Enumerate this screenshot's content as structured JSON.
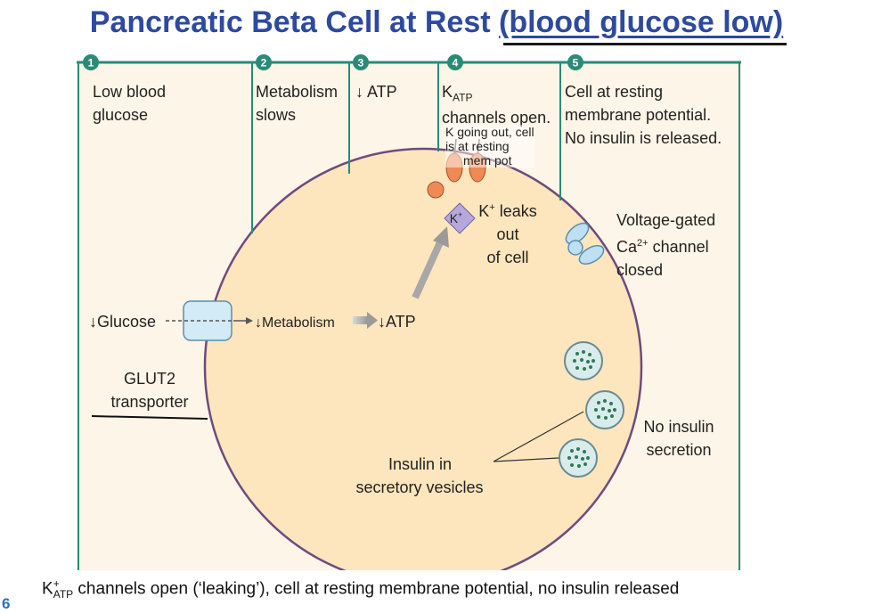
{
  "title": {
    "main": "Pancreatic Beta Cell at Rest ",
    "underlined": "(blood glucose low)"
  },
  "steps": [
    {
      "num": "1",
      "text1": "Low blood",
      "text2": "glucose"
    },
    {
      "num": "2",
      "text1": "Metabolism",
      "text2": "slows"
    },
    {
      "num": "3",
      "text1": "↓ ATP"
    },
    {
      "num": "4",
      "k_main": "K",
      "k_sub": "ATP",
      "text2": "channels open."
    },
    {
      "num": "5",
      "text1": "Cell at resting",
      "text2": "membrane potential.",
      "text3": "No insulin is released."
    }
  ],
  "annotation": {
    "line1": "K going out, cell",
    "line2": "is at resting",
    "line3": "mem pot"
  },
  "cell": {
    "k_ion_main": "K",
    "k_ion_sup": "+",
    "k_leak_main": "K",
    "k_leak_sup": "+",
    "k_leak_rest": " leaks",
    "k_leak_2": "out",
    "k_leak_3": "of cell",
    "ca_1": "Voltage-gated",
    "ca_2_main": "Ca",
    "ca_2_sup": "2+",
    "ca_2_rest": " channel",
    "ca_3": "closed",
    "glucose": "↓Glucose",
    "metabolism": "↓Metabolism",
    "atp": "↓ATP",
    "glut_1": "GLUT2",
    "glut_2": "transporter",
    "insulin_1": "Insulin in",
    "insulin_2": "secretory vesicles",
    "no_insulin_1": "No insulin",
    "no_insulin_2": "secretion"
  },
  "footer": {
    "k_main": "K",
    "k_sup": "+",
    "k_sub": "ATP",
    "rest": " channels open (‘leaking’), cell at resting membrane potential, no insulin released"
  },
  "page_number": "6",
  "colors": {
    "title": "#2e4a9e",
    "panel_border": "#2a8a78",
    "cell_fill": "#fde6bd",
    "panel_fill": "#fdf5e7"
  }
}
